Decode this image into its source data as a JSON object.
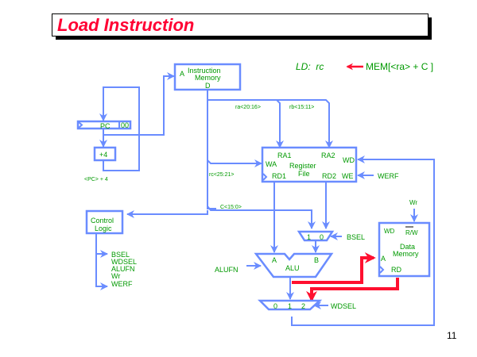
{
  "title": "Load Instruction",
  "equation": {
    "prefix": "LD:  rc",
    "suffix": "MEM[<ra> + C ]"
  },
  "page_number": "11",
  "colors": {
    "title": "#ff0033",
    "wire": "#6a8cff",
    "label": "#009900",
    "highlight": "#ff1030"
  },
  "labels": {
    "imem_a": "A",
    "imem_line1": "Instruction",
    "imem_line2": "Memory",
    "imem_d": "D",
    "pc": "PC",
    "pc_low": "00",
    "plus4": "+4",
    "pc_plus4": "<PC> + 4",
    "ra_field": "ra<20:16>",
    "rb_field": "rb<15:11>",
    "rc_field": "rc<25:21>",
    "c_field": "C<15:0>",
    "rf_ra1": "RA1",
    "rf_ra2": "RA2",
    "rf_wa": "WA",
    "rf_wd": "WD",
    "rf_name1": "Register",
    "rf_name2": "File",
    "rf_rd1": "RD1",
    "rf_rd2": "RD2",
    "rf_we": "WE",
    "werf": "WERF",
    "control1": "Control",
    "control2": "Logic",
    "ctrl_signals": [
      "BSEL",
      "WDSEL",
      "ALUFN",
      "Wr",
      "WERF"
    ],
    "bmux_1": "1",
    "bmux_0": "0",
    "bsel": "BSEL",
    "alu_a": "A",
    "alu_b": "B",
    "alu": "ALU",
    "alufn": "ALUFN",
    "dm_wd": "WD",
    "dm_rw": "R/W",
    "dm_name1": "Data",
    "dm_name2": "Memory",
    "dm_a": "A",
    "dm_rd": "RD",
    "wr": "Wr",
    "wmux_0": "0",
    "wmux_1": "1",
    "wmux_2": "2",
    "wdsel": "WDSEL"
  }
}
